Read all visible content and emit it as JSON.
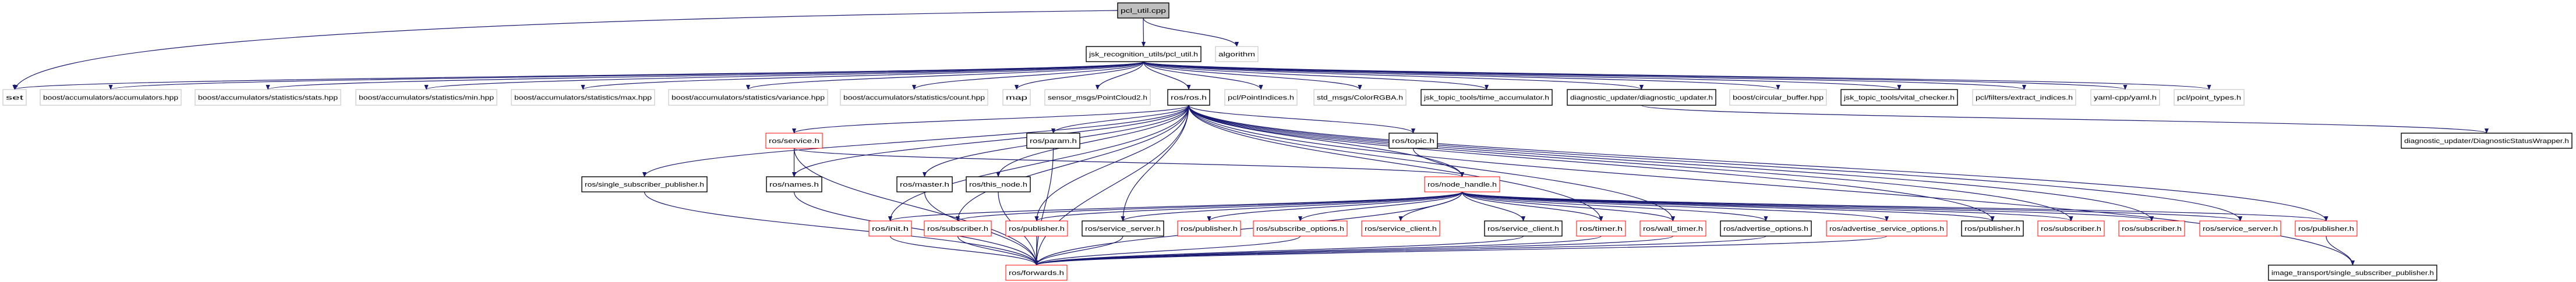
{
  "title": "pcl_util.cpp",
  "colors": {
    "edge": "#191970",
    "root_fill": "#bfbfbf",
    "documented_border": "#000000",
    "undocumented_border": "#bfbfbf",
    "truncated_border": "#ff0000"
  },
  "nodes": [
    {
      "id": "root",
      "label": "pcl_util.cpp",
      "kind": "root"
    },
    {
      "id": "jsk",
      "label": "jsk_recognition_utils/pcl_util.h",
      "kind": "documented"
    },
    {
      "id": "algorithm",
      "label": "algorithm",
      "kind": "undocumented"
    },
    {
      "id": "set",
      "label": "set",
      "kind": "undocumented"
    },
    {
      "id": "acc",
      "label": "boost/accumulators/accumulators.hpp",
      "kind": "undocumented"
    },
    {
      "id": "stats",
      "label": "boost/accumulators/statistics/stats.hpp",
      "kind": "undocumented"
    },
    {
      "id": "min",
      "label": "boost/accumulators/statistics/min.hpp",
      "kind": "undocumented"
    },
    {
      "id": "max",
      "label": "boost/accumulators/statistics/max.hpp",
      "kind": "undocumented"
    },
    {
      "id": "variance",
      "label": "boost/accumulators/statistics/variance.hpp",
      "kind": "undocumented"
    },
    {
      "id": "count",
      "label": "boost/accumulators/statistics/count.hpp",
      "kind": "undocumented"
    },
    {
      "id": "map",
      "label": "map",
      "kind": "undocumented"
    },
    {
      "id": "pc2",
      "label": "sensor_msgs/PointCloud2.h",
      "kind": "undocumented"
    },
    {
      "id": "ros",
      "label": "ros/ros.h",
      "kind": "documented"
    },
    {
      "id": "pidx",
      "label": "pcl/PointIndices.h",
      "kind": "undocumented"
    },
    {
      "id": "rgba",
      "label": "std_msgs/ColorRGBA.h",
      "kind": "undocumented"
    },
    {
      "id": "timeacc",
      "label": "jsk_topic_tools/time_accumulator.h",
      "kind": "documented"
    },
    {
      "id": "diag",
      "label": "diagnostic_updater/diagnostic_updater.h",
      "kind": "documented"
    },
    {
      "id": "circ",
      "label": "boost/circular_buffer.hpp",
      "kind": "undocumented"
    },
    {
      "id": "vital",
      "label": "jsk_topic_tools/vital_checker.h",
      "kind": "documented"
    },
    {
      "id": "extract",
      "label": "pcl/filters/extract_indices.h",
      "kind": "undocumented"
    },
    {
      "id": "yaml",
      "label": "yaml-cpp/yaml.h",
      "kind": "undocumented"
    },
    {
      "id": "ptypes",
      "label": "pcl/point_types.h",
      "kind": "undocumented"
    },
    {
      "id": "service",
      "label": "ros/service.h",
      "kind": "truncated"
    },
    {
      "id": "param",
      "label": "ros/param.h",
      "kind": "documented"
    },
    {
      "id": "topic",
      "label": "ros/topic.h",
      "kind": "documented"
    },
    {
      "id": "dsw",
      "label": "diagnostic_updater/DiagnosticStatusWrapper.h",
      "kind": "documented"
    },
    {
      "id": "ssp",
      "label": "ros/single_subscriber_publisher.h",
      "kind": "documented"
    },
    {
      "id": "names",
      "label": "ros/names.h",
      "kind": "documented"
    },
    {
      "id": "master",
      "label": "ros/master.h",
      "kind": "documented"
    },
    {
      "id": "thisnode",
      "label": "ros/this_node.h",
      "kind": "documented"
    },
    {
      "id": "nh",
      "label": "ros/node_handle.h",
      "kind": "truncated"
    },
    {
      "id": "init",
      "label": "ros/init.h",
      "kind": "truncated"
    },
    {
      "id": "sub1",
      "label": "ros/subscriber.h",
      "kind": "truncated"
    },
    {
      "id": "pub1",
      "label": "ros/publisher.h",
      "kind": "truncated"
    },
    {
      "id": "ss1",
      "label": "ros/service_server.h",
      "kind": "documented"
    },
    {
      "id": "pub2",
      "label": "ros/publisher.h",
      "kind": "truncated"
    },
    {
      "id": "subopt",
      "label": "ros/subscribe_options.h",
      "kind": "truncated"
    },
    {
      "id": "sc1",
      "label": "ros/service_client.h",
      "kind": "truncated"
    },
    {
      "id": "sc2",
      "label": "ros/service_client.h",
      "kind": "documented"
    },
    {
      "id": "timer",
      "label": "ros/timer.h",
      "kind": "truncated"
    },
    {
      "id": "walltimer",
      "label": "ros/wall_timer.h",
      "kind": "truncated"
    },
    {
      "id": "advopt",
      "label": "ros/advertise_options.h",
      "kind": "documented"
    },
    {
      "id": "advsrv",
      "label": "ros/advertise_service_options.h",
      "kind": "truncated"
    },
    {
      "id": "pub3",
      "label": "ros/publisher.h",
      "kind": "documented"
    },
    {
      "id": "sub2",
      "label": "ros/subscriber.h",
      "kind": "truncated"
    },
    {
      "id": "sub3",
      "label": "ros/subscriber.h",
      "kind": "truncated"
    },
    {
      "id": "ss2",
      "label": "ros/service_server.h",
      "kind": "truncated"
    },
    {
      "id": "pub4",
      "label": "ros/publisher.h",
      "kind": "truncated"
    },
    {
      "id": "forwards",
      "label": "ros/forwards.h",
      "kind": "truncated"
    },
    {
      "id": "itssp",
      "label": "image_transport/single_subscriber_publisher.h",
      "kind": "documented"
    }
  ],
  "edges": [
    [
      "root",
      "jsk"
    ],
    [
      "root",
      "algorithm"
    ],
    [
      "root",
      "set"
    ],
    [
      "jsk",
      "set"
    ],
    [
      "jsk",
      "acc"
    ],
    [
      "jsk",
      "stats"
    ],
    [
      "jsk",
      "min"
    ],
    [
      "jsk",
      "max"
    ],
    [
      "jsk",
      "variance"
    ],
    [
      "jsk",
      "count"
    ],
    [
      "jsk",
      "map"
    ],
    [
      "jsk",
      "pc2"
    ],
    [
      "jsk",
      "ros"
    ],
    [
      "jsk",
      "pidx"
    ],
    [
      "jsk",
      "rgba"
    ],
    [
      "jsk",
      "timeacc"
    ],
    [
      "jsk",
      "diag"
    ],
    [
      "jsk",
      "circ"
    ],
    [
      "jsk",
      "vital"
    ],
    [
      "jsk",
      "extract"
    ],
    [
      "jsk",
      "yaml"
    ],
    [
      "jsk",
      "ptypes"
    ],
    [
      "diag",
      "dsw"
    ],
    [
      "ros",
      "service"
    ],
    [
      "ros",
      "param"
    ],
    [
      "ros",
      "topic"
    ],
    [
      "ros",
      "names"
    ],
    [
      "ros",
      "master"
    ],
    [
      "ros",
      "thisnode"
    ],
    [
      "ros",
      "nh"
    ],
    [
      "ros",
      "ssp"
    ],
    [
      "ros",
      "init"
    ],
    [
      "ros",
      "sub1"
    ],
    [
      "ros",
      "pub1"
    ],
    [
      "ros",
      "ss1"
    ],
    [
      "ros",
      "forwards"
    ],
    [
      "ros",
      "timer"
    ],
    [
      "ros",
      "walltimer"
    ],
    [
      "ros",
      "pub3"
    ],
    [
      "ros",
      "sub2"
    ],
    [
      "ros",
      "sub3"
    ],
    [
      "ros",
      "ss2"
    ],
    [
      "ros",
      "pub4"
    ],
    [
      "ros",
      "itssp"
    ],
    [
      "service",
      "names"
    ],
    [
      "service",
      "nh"
    ],
    [
      "service",
      "forwards"
    ],
    [
      "param",
      "forwards"
    ],
    [
      "topic",
      "nh"
    ],
    [
      "names",
      "forwards"
    ],
    [
      "master",
      "forwards"
    ],
    [
      "thisnode",
      "forwards"
    ],
    [
      "ssp",
      "forwards"
    ],
    [
      "nh",
      "init"
    ],
    [
      "nh",
      "sub1"
    ],
    [
      "nh",
      "pub1"
    ],
    [
      "nh",
      "ss1"
    ],
    [
      "nh",
      "pub2"
    ],
    [
      "nh",
      "subopt"
    ],
    [
      "nh",
      "sc1"
    ],
    [
      "nh",
      "sc2"
    ],
    [
      "nh",
      "timer"
    ],
    [
      "nh",
      "walltimer"
    ],
    [
      "nh",
      "advopt"
    ],
    [
      "nh",
      "advsrv"
    ],
    [
      "nh",
      "pub3"
    ],
    [
      "nh",
      "sub2"
    ],
    [
      "nh",
      "sub3"
    ],
    [
      "nh",
      "ss2"
    ],
    [
      "nh",
      "pub4"
    ],
    [
      "nh",
      "forwards"
    ],
    [
      "init",
      "forwards"
    ],
    [
      "sub1",
      "forwards"
    ],
    [
      "pub1",
      "forwards"
    ],
    [
      "ss1",
      "forwards"
    ],
    [
      "subopt",
      "forwards"
    ],
    [
      "sc2",
      "forwards"
    ],
    [
      "timer",
      "forwards"
    ],
    [
      "walltimer",
      "forwards"
    ],
    [
      "advopt",
      "forwards"
    ],
    [
      "advsrv",
      "forwards"
    ],
    [
      "pub4",
      "itssp"
    ]
  ]
}
